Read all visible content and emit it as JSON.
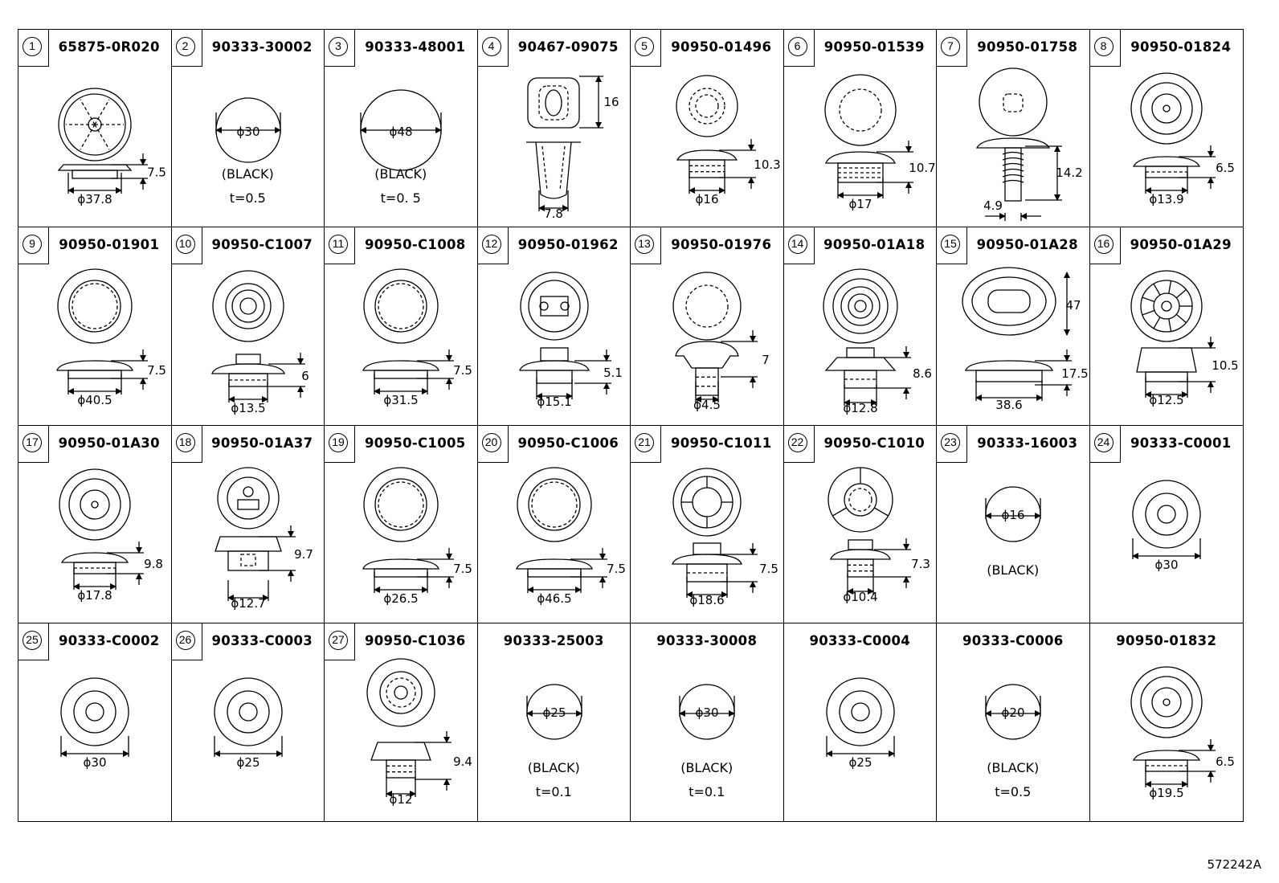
{
  "reference": "572242A",
  "parts": [
    {
      "index": "1",
      "part_number": "65875-0R020",
      "kind": "spoked",
      "dims": [
        "ϕ37.8",
        "7.5"
      ]
    },
    {
      "index": "2",
      "part_number": "90333-30002",
      "kind": "disc",
      "dims": [
        "ϕ30"
      ],
      "notes": [
        "(BLACK)",
        "t=0.5"
      ]
    },
    {
      "index": "3",
      "part_number": "90333-48001",
      "kind": "disc-large",
      "dims": [
        "ϕ48"
      ],
      "notes": [
        "(BLACK)",
        "t=0. 5"
      ]
    },
    {
      "index": "4",
      "part_number": "90467-09075",
      "kind": "clip",
      "dims": [
        "16",
        "7.8"
      ]
    },
    {
      "index": "5",
      "part_number": "90950-01496",
      "kind": "plug-dashed",
      "dims": [
        "10.3",
        "ϕ16"
      ]
    },
    {
      "index": "6",
      "part_number": "90950-01539",
      "kind": "plug-ribbed",
      "dims": [
        "10.7",
        "ϕ17"
      ]
    },
    {
      "index": "7",
      "part_number": "90950-01758",
      "kind": "pushpin",
      "dims": [
        "14.2",
        "4.9"
      ]
    },
    {
      "index": "8",
      "part_number": "90950-01824",
      "kind": "grommet-hole",
      "dims": [
        "6.5",
        "ϕ13.9"
      ]
    },
    {
      "index": "9",
      "part_number": "90950-01901",
      "kind": "grommet-flat",
      "dims": [
        "7.5",
        "ϕ40.5"
      ]
    },
    {
      "index": "10",
      "part_number": "90950-C1007",
      "kind": "grommet-stepped",
      "dims": [
        "6",
        "ϕ13.5"
      ]
    },
    {
      "index": "11",
      "part_number": "90950-C1008",
      "kind": "grommet-flat",
      "dims": [
        "7.5",
        "ϕ31.5"
      ]
    },
    {
      "index": "12",
      "part_number": "90950-01962",
      "kind": "grommet-twin",
      "dims": [
        "5.1",
        "ϕ15.1"
      ]
    },
    {
      "index": "13",
      "part_number": "90950-01976",
      "kind": "grommet-tall",
      "dims": [
        "7",
        "ϕ4.5"
      ]
    },
    {
      "index": "14",
      "part_number": "90950-01A18",
      "kind": "grommet-cone",
      "dims": [
        "8.6",
        "ϕ12.8"
      ]
    },
    {
      "index": "15",
      "part_number": "90950-01A28",
      "kind": "grommet-oval",
      "dims": [
        "47",
        "17.5",
        "38.6"
      ]
    },
    {
      "index": "16",
      "part_number": "90950-01A29",
      "kind": "grommet-vane",
      "dims": [
        "10.5",
        "ϕ12.5"
      ]
    },
    {
      "index": "17",
      "part_number": "90950-01A30",
      "kind": "grommet-hole",
      "dims": [
        "9.8",
        "ϕ17.8"
      ]
    },
    {
      "index": "18",
      "part_number": "90950-01A37",
      "kind": "grommet-cap",
      "dims": [
        "9.7",
        "ϕ12.7"
      ]
    },
    {
      "index": "19",
      "part_number": "90950-C1005",
      "kind": "grommet-flat",
      "dims": [
        "7.5",
        "ϕ26.5"
      ]
    },
    {
      "index": "20",
      "part_number": "90950-C1006",
      "kind": "grommet-flat",
      "dims": [
        "7.5",
        "ϕ46.5"
      ]
    },
    {
      "index": "21",
      "part_number": "90950-C1011",
      "kind": "grommet-cross",
      "dims": [
        "7.5",
        "ϕ18.6"
      ]
    },
    {
      "index": "22",
      "part_number": "90950-C1010",
      "kind": "grommet-tri",
      "dims": [
        "7.3",
        "ϕ10.4"
      ]
    },
    {
      "index": "23",
      "part_number": "90333-16003",
      "kind": "disc-small",
      "dims": [
        "ϕ16"
      ],
      "notes": [
        "(BLACK)"
      ]
    },
    {
      "index": "24",
      "part_number": "90333-C0001",
      "kind": "ring",
      "dims": [
        "ϕ30"
      ]
    },
    {
      "index": "25",
      "part_number": "90333-C0002",
      "kind": "ring",
      "dims": [
        "ϕ30"
      ]
    },
    {
      "index": "26",
      "part_number": "90333-C0003",
      "kind": "ring",
      "dims": [
        "ϕ25"
      ]
    },
    {
      "index": "27",
      "part_number": "90950-C1036",
      "kind": "grommet-star",
      "dims": [
        "9.4",
        "ϕ12"
      ]
    },
    {
      "index": "",
      "part_number": "90333-25003",
      "kind": "disc-small",
      "dims": [
        "ϕ25"
      ],
      "notes": [
        "(BLACK)",
        "t=0.1"
      ]
    },
    {
      "index": "",
      "part_number": "90333-30008",
      "kind": "disc-small",
      "dims": [
        "ϕ30"
      ],
      "notes": [
        "(BLACK)",
        "t=0.1"
      ]
    },
    {
      "index": "",
      "part_number": "90333-C0004",
      "kind": "ring",
      "dims": [
        "ϕ25"
      ]
    },
    {
      "index": "",
      "part_number": "90333-C0006",
      "kind": "disc-small",
      "dims": [
        "ϕ20"
      ],
      "notes": [
        "(BLACK)",
        "t=0.5"
      ]
    },
    {
      "index": "",
      "part_number": "90950-01832",
      "kind": "grommet-hole",
      "dims": [
        "6.5",
        "ϕ19.5"
      ]
    }
  ]
}
